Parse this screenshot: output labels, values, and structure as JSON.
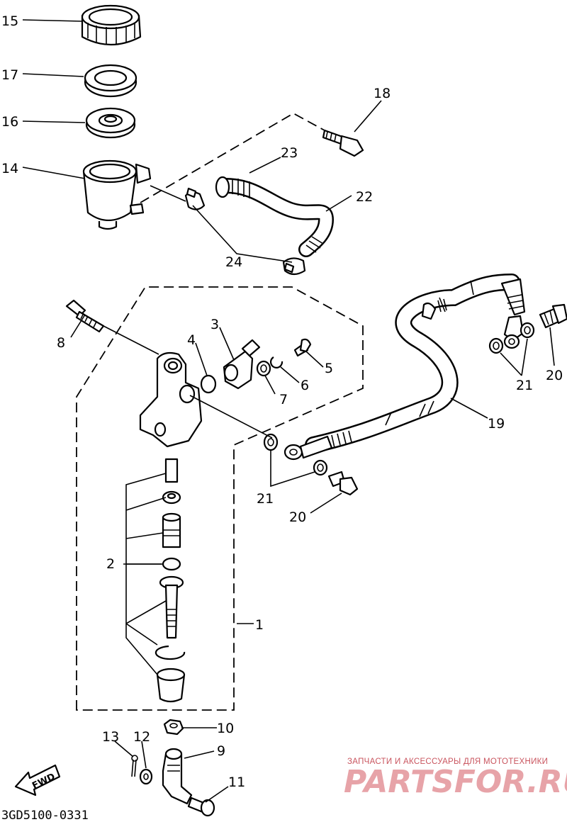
{
  "diagram_code": "3GD5100-0331",
  "fwd_label": "FWD",
  "watermark": {
    "tagline": "ЗАПЧАСТИ И АКСЕССУАРЫ ДЛЯ МОТОТЕХНИКИ",
    "logo": "PARTSFOR.RU"
  },
  "callouts": {
    "c1": "1",
    "c2": "2",
    "c3": "3",
    "c4": "4",
    "c5": "5",
    "c6": "6",
    "c7": "7",
    "c8": "8",
    "c9": "9",
    "c10": "10",
    "c11": "11",
    "c12": "12",
    "c13": "13",
    "c14": "14",
    "c15": "15",
    "c16": "16",
    "c17": "17",
    "c18": "18",
    "c19": "19",
    "c20a": "20",
    "c20b": "20",
    "c21a": "21",
    "c21b": "21",
    "c22": "22",
    "c23": "23",
    "c24": "24"
  }
}
